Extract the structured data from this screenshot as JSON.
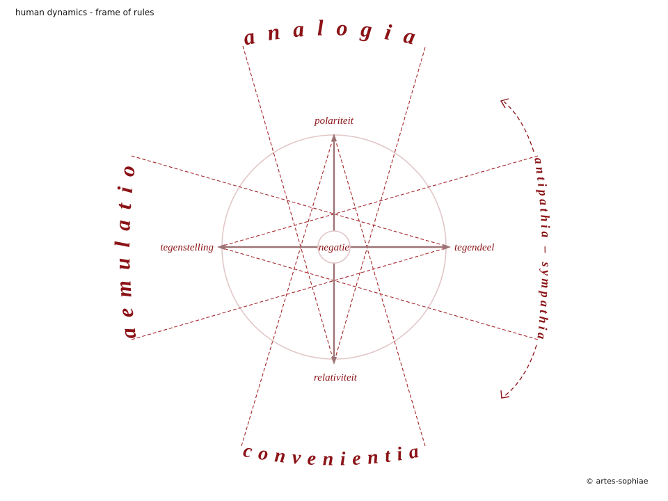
{
  "title": "human dynamics - frame of rules",
  "copyright": "© artes-sophiae",
  "colors": {
    "accent": "#8b1216",
    "dashed_lines": "#a3262a",
    "axis": "#9c7275",
    "circle": "#e2c7c8"
  },
  "labels": {
    "top": "polariteit",
    "bottom": "relativiteit",
    "left": "tegenstelling",
    "right": "tegendeel",
    "center": "negatie"
  },
  "arcs": {
    "top": "analogia",
    "bottom": "convenientia",
    "left": "aemulatio",
    "right": "antipathia – sympathia"
  }
}
